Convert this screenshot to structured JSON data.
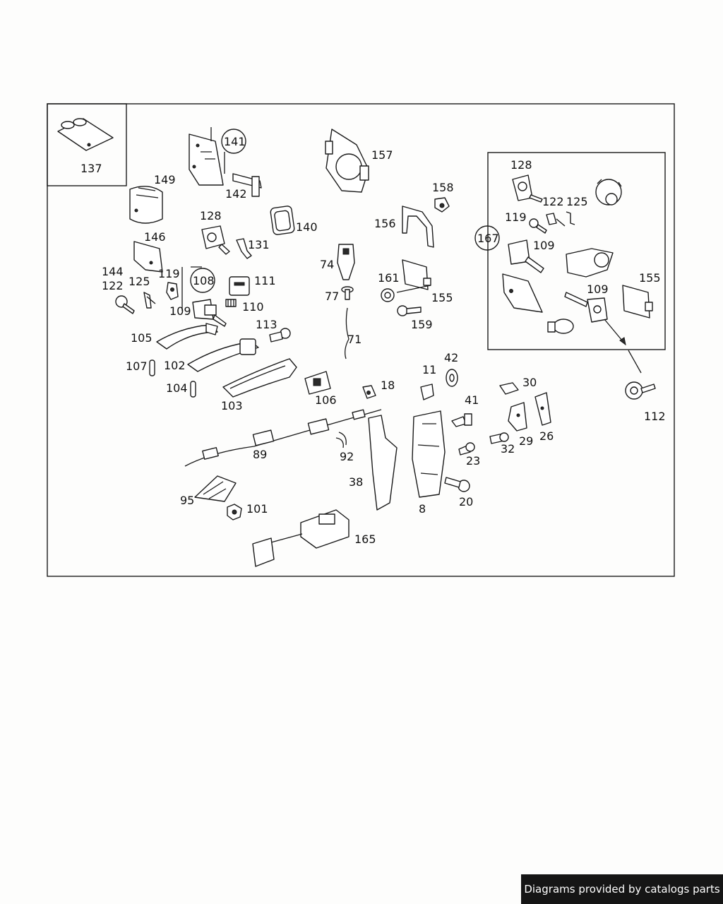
{
  "callouts": {
    "c137": "137",
    "c149": "149",
    "c141": "141",
    "c142": "142",
    "c140": "140",
    "c157": "157",
    "c158": "158",
    "c156": "156",
    "c128a": "128",
    "c131": "131",
    "c146": "146",
    "c144": "144",
    "c122a": "122",
    "c125a": "125",
    "c119a": "119",
    "c108": "108",
    "c111": "111",
    "c110": "110",
    "c109a": "109",
    "c74": "74",
    "c77": "77",
    "c161": "161",
    "c155a": "155",
    "c159": "159",
    "c105": "105",
    "c113": "113",
    "c71": "71",
    "c107": "107",
    "c102": "102",
    "c104": "104",
    "c103": "103",
    "c106": "106",
    "c42": "42",
    "c11": "11",
    "c18": "18",
    "c30": "30",
    "c41": "41",
    "c26": "26",
    "c29": "29",
    "c32": "32",
    "c23": "23",
    "c89": "89",
    "c92": "92",
    "c38": "38",
    "c20": "20",
    "c8": "8",
    "c95": "95",
    "c101": "101",
    "c165": "165",
    "c167": "167",
    "c128b": "128",
    "c122b": "122",
    "c125b": "125",
    "c119b": "119",
    "c109b": "109",
    "c109c": "109",
    "c155b": "155",
    "c112": "112"
  },
  "footer": {
    "credit": "Diagrams provided by catalogs parts"
  }
}
